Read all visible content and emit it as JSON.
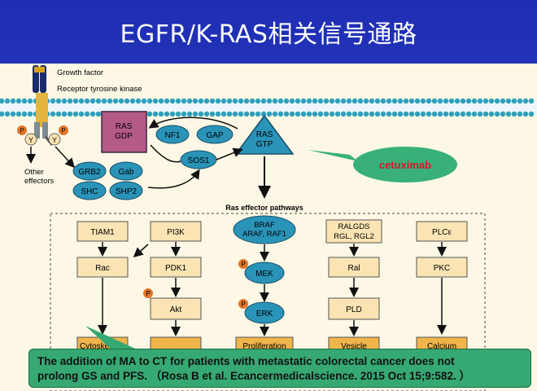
{
  "title": "EGFR/K-RAS相关信号通路",
  "labels": {
    "growth_factor": "Growth factor",
    "receptor": "Receptor tyrosine kinase",
    "p": "P",
    "y": "Y",
    "other_effectors_1": "Other",
    "other_effectors_2": "effectors",
    "ras_gdp_1": "RAS",
    "ras_gdp_2": "GDP",
    "ras_gtp_1": "RAS",
    "ras_gtp_2": "GTP",
    "nf1": "NF1",
    "gap": "GAP",
    "sos1": "SOS1",
    "grb2": "GRB2",
    "gab": "Gab",
    "shc": "SHC",
    "shp2": "SHP2",
    "ras_effector": "Ras effector pathways",
    "tiam1": "TIAM1",
    "rac": "Rac",
    "cytoskeleton": "Cytoskel",
    "pi3k": "PI3K",
    "pdk1": "PDK1",
    "akt": "Akt",
    "braf_1": "BRAF",
    "braf_2": "ARAF, RAF1",
    "mek": "MEK",
    "erk": "ERK",
    "proliferation": "Proliferation",
    "ralgds_1": "RALGDS",
    "ralgds_2": "RGL, RGL2",
    "ral": "Ral",
    "pld": "PLD",
    "vesicle": "Vesicle",
    "plce": "PLCε",
    "pkc": "PKC",
    "calcium": "Calcium"
  },
  "callout": {
    "drug": "cetuximab"
  },
  "note": {
    "line1": "The addition of MA to CT for patients with metastatic colorectal cancer does not",
    "line2": "prolong GS and PFS.  （Rosa B et al.  Ecancermedicalscience. 2015 Oct 15;9:582. ）"
  },
  "colors": {
    "title_bg": "#1f2db3",
    "panel_bg": "#fdf8e6",
    "box_fill": "#fbe4b3",
    "oval_fill": "#2a93b8",
    "ras_gdp_fill": "#b45a86",
    "callout_fill": "#39b07a",
    "drug_text": "#d6182b",
    "phospho": "#e0752a"
  }
}
